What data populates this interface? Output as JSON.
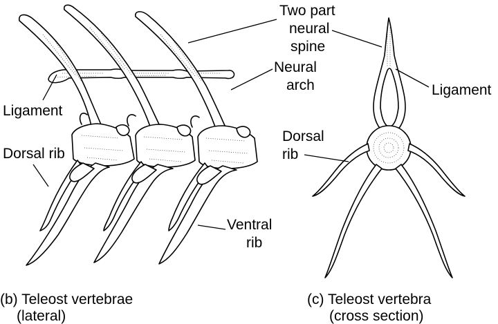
{
  "labels": {
    "two_part_neural_spine": [
      "Two part",
      "neural",
      "spine"
    ],
    "neural_arch": [
      "Neural",
      "arch"
    ],
    "ligament_left": "Ligament",
    "ligament_right": "Ligament",
    "dorsal_rib_left": "Dorsal rib",
    "dorsal_rib_right": [
      "Dorsal",
      "rib"
    ],
    "ventral_rib": [
      "Ventral",
      "rib"
    ]
  },
  "captions": {
    "lateral": [
      "(b) Teleost vertebrae",
      "(lateral)"
    ],
    "cross_section": [
      "(c) Teleost vertebra",
      "(cross section)"
    ]
  }
}
